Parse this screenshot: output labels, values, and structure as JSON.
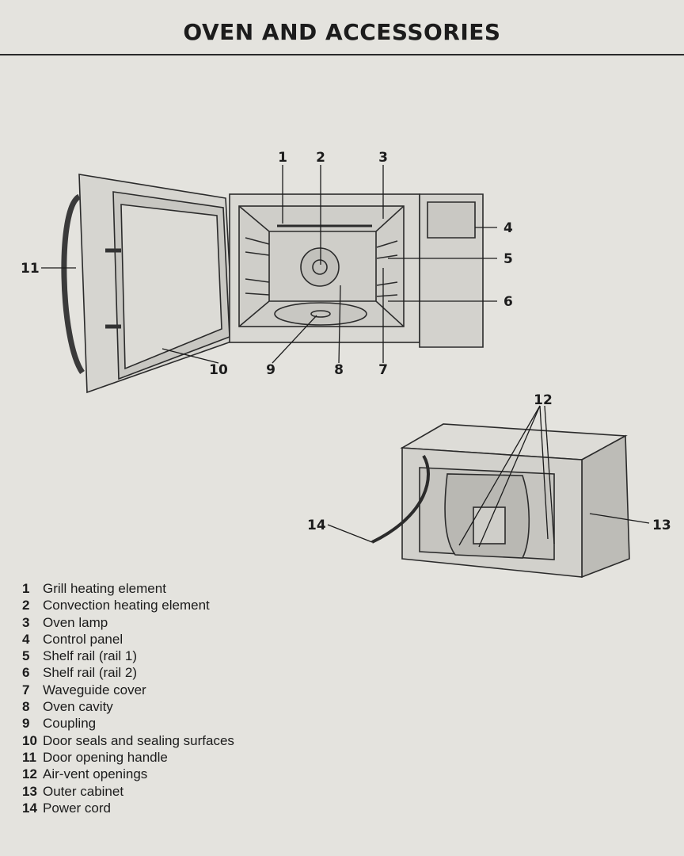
{
  "page": {
    "title": "OVEN AND ACCESSORIES"
  },
  "callouts": [
    "1",
    "2",
    "3",
    "4",
    "5",
    "6",
    "7",
    "8",
    "9",
    "10",
    "11",
    "12",
    "13",
    "14"
  ],
  "parts": [
    {
      "number": "1",
      "label": "Grill heating element"
    },
    {
      "number": "2",
      "label": "Convection heating element"
    },
    {
      "number": "3",
      "label": "Oven lamp"
    },
    {
      "number": "4",
      "label": "Control panel"
    },
    {
      "number": "5",
      "label": "Shelf rail (rail 1)"
    },
    {
      "number": "6",
      "label": "Shelf rail (rail 2)"
    },
    {
      "number": "7",
      "label": "Waveguide cover"
    },
    {
      "number": "8",
      "label": "Oven cavity"
    },
    {
      "number": "9",
      "label": "Coupling"
    },
    {
      "number": "10",
      "label": "Door seals and sealing surfaces"
    },
    {
      "number": "11",
      "label": "Door opening handle"
    },
    {
      "number": "12",
      "label": "Air-vent openings"
    },
    {
      "number": "13",
      "label": "Outer cabinet"
    },
    {
      "number": "14",
      "label": "Power cord"
    }
  ]
}
